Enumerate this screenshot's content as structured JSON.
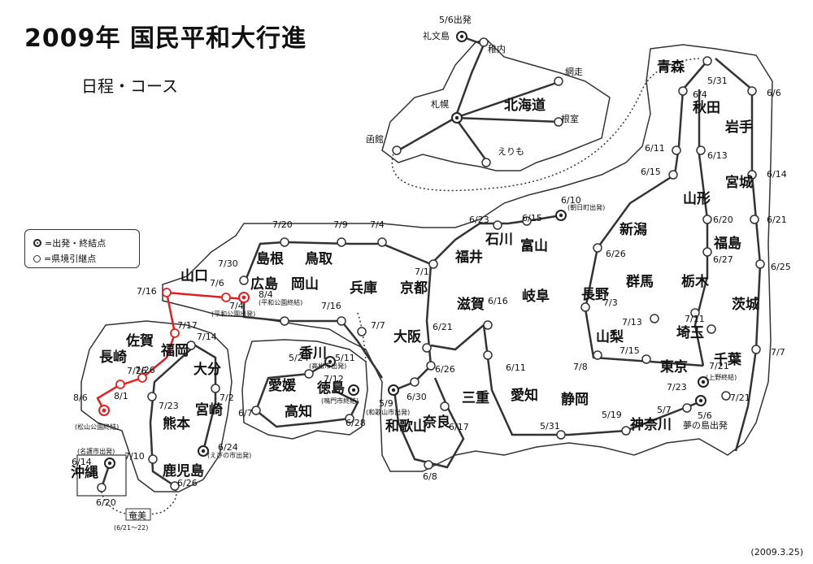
{
  "title": "2009年 国民平和大行進",
  "subtitle": "日程・コース",
  "footer_date": "(2009.3.25)",
  "legend": {
    "major": "=出発・終結点",
    "minor": "=県境引継点"
  },
  "colors": {
    "route": "#333333",
    "highlight": "#e02020"
  },
  "hokkaido": {
    "region": "北海道",
    "places": [
      "礼文島",
      "稚内",
      "網走",
      "札幌",
      "根室",
      "函館",
      "えりも"
    ],
    "start_date": "5/6出発"
  },
  "prefectures": [
    "青森",
    "秋田",
    "岩手",
    "山形",
    "宮城",
    "新潟",
    "福島",
    "群馬",
    "栃木",
    "茨城",
    "長野",
    "山梨",
    "埼玉",
    "千葉",
    "東京",
    "神奈川",
    "静岡",
    "愛知",
    "岐阜",
    "富山",
    "石川",
    "福井",
    "滋賀",
    "京都",
    "大阪",
    "奈良",
    "三重",
    "和歌山",
    "兵庫",
    "鳥取",
    "島根",
    "岡山",
    "広島",
    "山口",
    "香川",
    "徳島",
    "愛媛",
    "高知",
    "福岡",
    "佐賀",
    "長崎",
    "大分",
    "熊本",
    "宮崎",
    "鹿児島",
    "沖縄"
  ],
  "dates": [
    "5/31",
    "6/6",
    "6/4",
    "6/11",
    "6/13",
    "6/15",
    "6/14",
    "6/10",
    "6/15",
    "6/23",
    "6/20",
    "6/21",
    "6/26",
    "6/27",
    "6/25",
    "7/20",
    "7/9",
    "7/4",
    "7/1",
    "7/30",
    "7/6",
    "7/16",
    "7/16",
    "7/3",
    "7/11",
    "7/13",
    "7/17",
    "7/14",
    "7/26",
    "7/7",
    "6/21",
    "6/16",
    "7/8",
    "7/15",
    "7/21",
    "7/7",
    "7/23",
    "7/21",
    "5/24",
    "5/11",
    "7/12",
    "6/26",
    "6/11",
    "6/30",
    "5/31",
    "5/19",
    "5/7",
    "5/6",
    "6/7",
    "6/28",
    "6/17",
    "7/2",
    "7/23",
    "7/10",
    "6/26",
    "6/14",
    "6/20",
    "8/1",
    "8/6",
    "6/8",
    "7/26",
    "8/4",
    "7/4",
    "6/24",
    "5/9"
  ],
  "notes": {
    "hokkaido_start": "5/6出発",
    "yamagata_start": "(朝日町出発)",
    "hiroshima_end": "(平和公園終結)",
    "hiroshima_start": "(平和公園出発)",
    "tokyo_start": "(上野終結)",
    "yumenoshima": "夢の島出発",
    "takamatsu": "(高松市出発)",
    "tokushima": "(鳴門市終結)",
    "wakayama": "(和歌山市出発)",
    "miyazaki": "(えびの市出発)",
    "nago": "(名護市出発)",
    "nagasaki": "(松山公園終結)",
    "amami": "奄美",
    "amami_dates": "(6/21〜22)"
  }
}
